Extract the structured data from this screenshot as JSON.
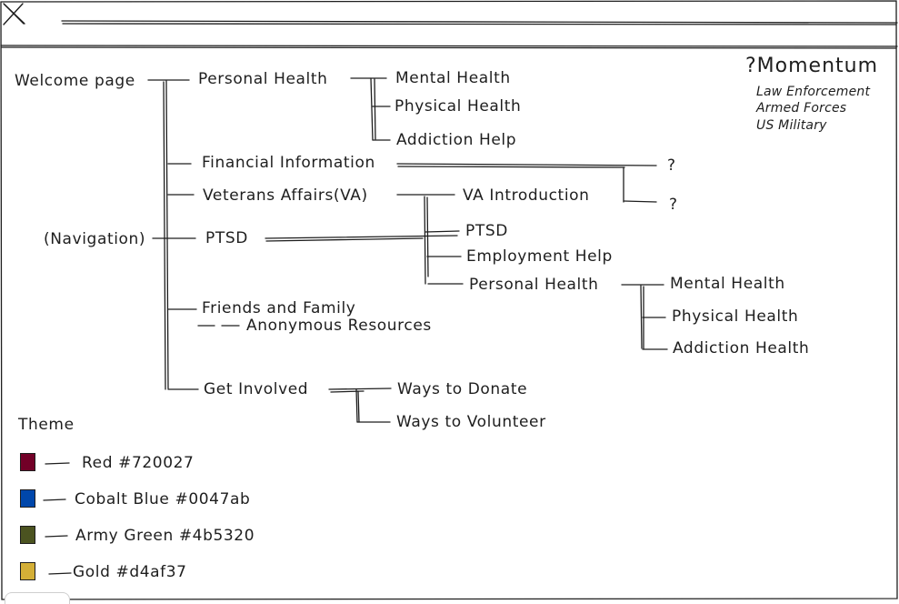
{
  "brand": {
    "title": "?Momentum",
    "audiences": [
      "Law Enforcement",
      "Armed Forces",
      "US Military"
    ]
  },
  "nav": {
    "root": "Welcome page",
    "caption": "(Navigation)",
    "personal_health": {
      "label": "Personal Health",
      "children": [
        "Mental Health",
        "Physical Health",
        "Addiction Help"
      ]
    },
    "financial": {
      "label": "Financial Information",
      "unknowns": [
        "?",
        "?"
      ]
    },
    "va": {
      "label": "Veterans Affairs(VA)",
      "children": [
        "VA Introduction",
        "PTSD",
        "Employment Help",
        "Personal Health"
      ],
      "personal_health_children": [
        "Mental Health",
        "Physical Health",
        "Addiction Health"
      ]
    },
    "ptsd": {
      "label": "PTSD"
    },
    "friends": {
      "label": "Friends and Family",
      "sub": "Anonymous Resources"
    },
    "involved": {
      "label": "Get Involved",
      "children": [
        "Ways to Donate",
        "Ways to Volunteer"
      ]
    }
  },
  "theme": {
    "heading": "Theme",
    "colors": [
      {
        "label": "Red #720027",
        "hex": "#720027"
      },
      {
        "label": "Cobalt Blue #0047ab",
        "hex": "#0047ab"
      },
      {
        "label": "Army Green #4b5320",
        "hex": "#4b5320"
      },
      {
        "label": "Gold #d4af37",
        "hex": "#d4af37"
      }
    ]
  },
  "ink_color": "#1e1e1e"
}
